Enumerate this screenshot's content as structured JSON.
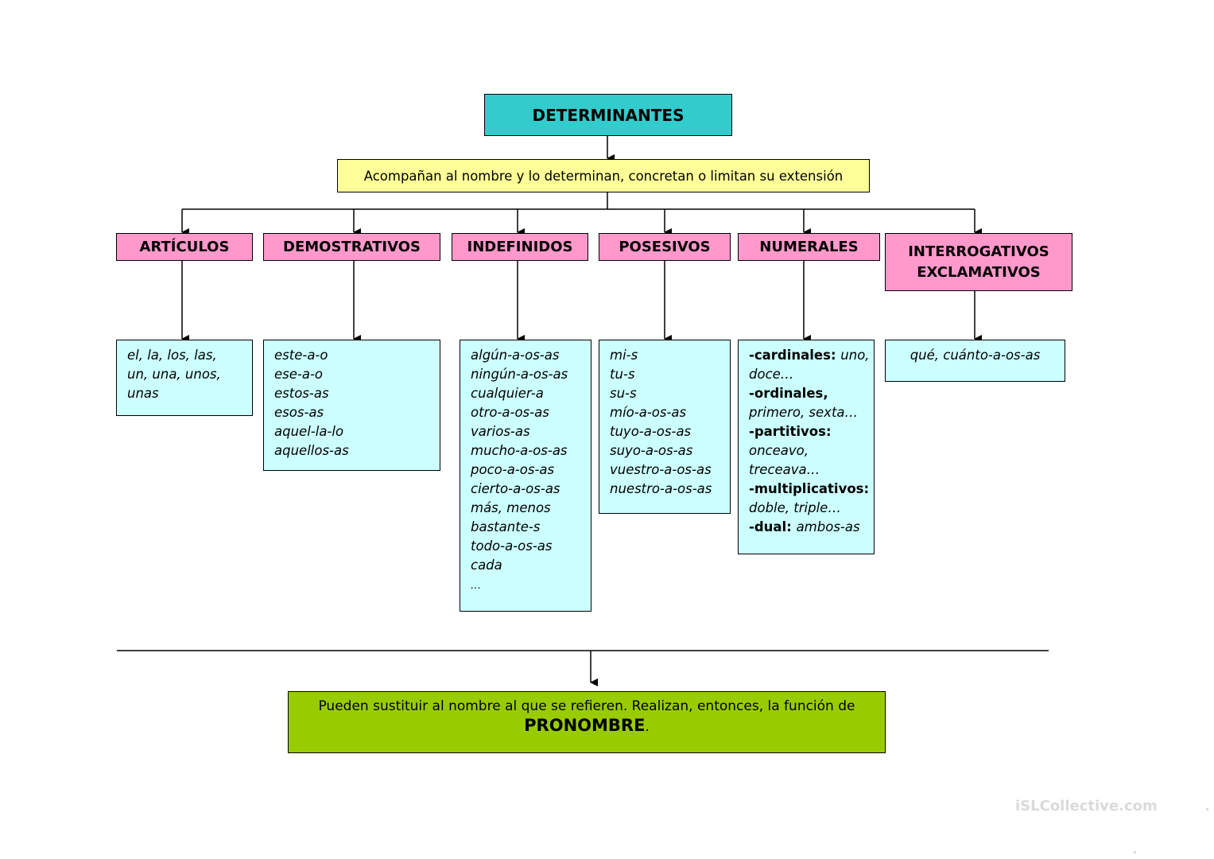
{
  "root": {
    "label": "DETERMINANTES"
  },
  "definition": {
    "text": "Acompañan al nombre y lo determinan, concretan o limitan su extensión"
  },
  "categories": [
    {
      "key": "articulos",
      "label_lines": [
        "ARTÍCULOS"
      ],
      "items": [
        [
          {
            "t": "el, la, los, las,"
          }
        ],
        [
          {
            "t": "un, una, unos,"
          }
        ],
        [
          {
            "t": "unas"
          }
        ]
      ]
    },
    {
      "key": "demostrativos",
      "label_lines": [
        "DEMOSTRATIVOS"
      ],
      "items": [
        [
          {
            "t": "este-a-o"
          }
        ],
        [
          {
            "t": "ese-a-o"
          }
        ],
        [
          {
            "t": "estos-as"
          }
        ],
        [
          {
            "t": "esos-as"
          }
        ],
        [
          {
            "t": "aquel-la-lo"
          }
        ],
        [
          {
            "t": "aquellos-as"
          }
        ]
      ]
    },
    {
      "key": "indefinidos",
      "label_lines": [
        "INDEFINIDOS"
      ],
      "items": [
        [
          {
            "t": "algún-a-os-as"
          }
        ],
        [
          {
            "t": "ningún-a-os-as"
          }
        ],
        [
          {
            "t": "cualquier-a"
          }
        ],
        [
          {
            "t": "otro-a-os-as"
          }
        ],
        [
          {
            "t": "varios-as"
          }
        ],
        [
          {
            "t": "mucho-a-os-as"
          }
        ],
        [
          {
            "t": "poco-a-os-as"
          }
        ],
        [
          {
            "t": "cierto-a-os-as"
          }
        ],
        [
          {
            "t": "más, menos"
          }
        ],
        [
          {
            "t": "bastante-s"
          }
        ],
        [
          {
            "t": "todo-a-os-as"
          }
        ],
        [
          {
            "t": "cada"
          }
        ],
        [
          {
            "t": "…",
            "s": "dots"
          }
        ]
      ]
    },
    {
      "key": "posesivos",
      "label_lines": [
        "POSESIVOS"
      ],
      "items": [
        [
          {
            "t": "mi-s"
          }
        ],
        [
          {
            "t": "tu-s"
          }
        ],
        [
          {
            "t": "su-s"
          }
        ],
        [
          {
            "t": "mío-a-os-as"
          }
        ],
        [
          {
            "t": "tuyo-a-os-as"
          }
        ],
        [
          {
            "t": "suyo-a-os-as"
          }
        ],
        [
          {
            "t": "vuestro-a-os-as"
          }
        ],
        [
          {
            "t": "nuestro-a-os-as"
          }
        ]
      ]
    },
    {
      "key": "numerales",
      "label_lines": [
        "NUMERALES"
      ],
      "items": [
        [
          {
            "t": "-",
            "s": "plain"
          },
          {
            "t": "cardinales",
            "s": "plain"
          },
          {
            "t": ": ",
            "s": "plain"
          },
          {
            "t": "uno,"
          }
        ],
        [
          {
            "t": "doce…"
          }
        ],
        [
          {
            "t": "-",
            "s": "plain"
          },
          {
            "t": "ordinales",
            "s": "plain"
          },
          {
            "t": ",",
            "s": "plain"
          }
        ],
        [
          {
            "t": "primero, sexta…"
          }
        ],
        [
          {
            "t": "-",
            "s": "plain"
          },
          {
            "t": "partitivos",
            "s": "plain"
          },
          {
            "t": ":",
            "s": "plain"
          }
        ],
        [
          {
            "t": "onceavo,"
          }
        ],
        [
          {
            "t": "treceava…"
          }
        ],
        [
          {
            "t": "-",
            "s": "plain"
          },
          {
            "t": "multiplicativos",
            "s": "plain"
          },
          {
            "t": ":",
            "s": "plain"
          }
        ],
        [
          {
            "t": "doble, triple…"
          }
        ],
        [
          {
            "t": "-",
            "s": "plain"
          },
          {
            "t": "dual",
            "s": "plain"
          },
          {
            "t": ": ",
            "s": "plain"
          },
          {
            "t": "ambos-as"
          }
        ]
      ]
    },
    {
      "key": "interrogativos",
      "label_lines": [
        "INTERROGATIVOS",
        "EXCLAMATIVOS"
      ],
      "items": [
        [
          {
            "t": "qué, cuánto-a-os-as"
          }
        ]
      ]
    }
  ],
  "conclusion": {
    "text": "Pueden sustituir al nombre al que se refieren. Realizan, entonces, la función de",
    "keyword": "PRONOMBRE",
    "suffix": "."
  },
  "footer": {
    "watermark": "iSLCollective.com"
  }
}
